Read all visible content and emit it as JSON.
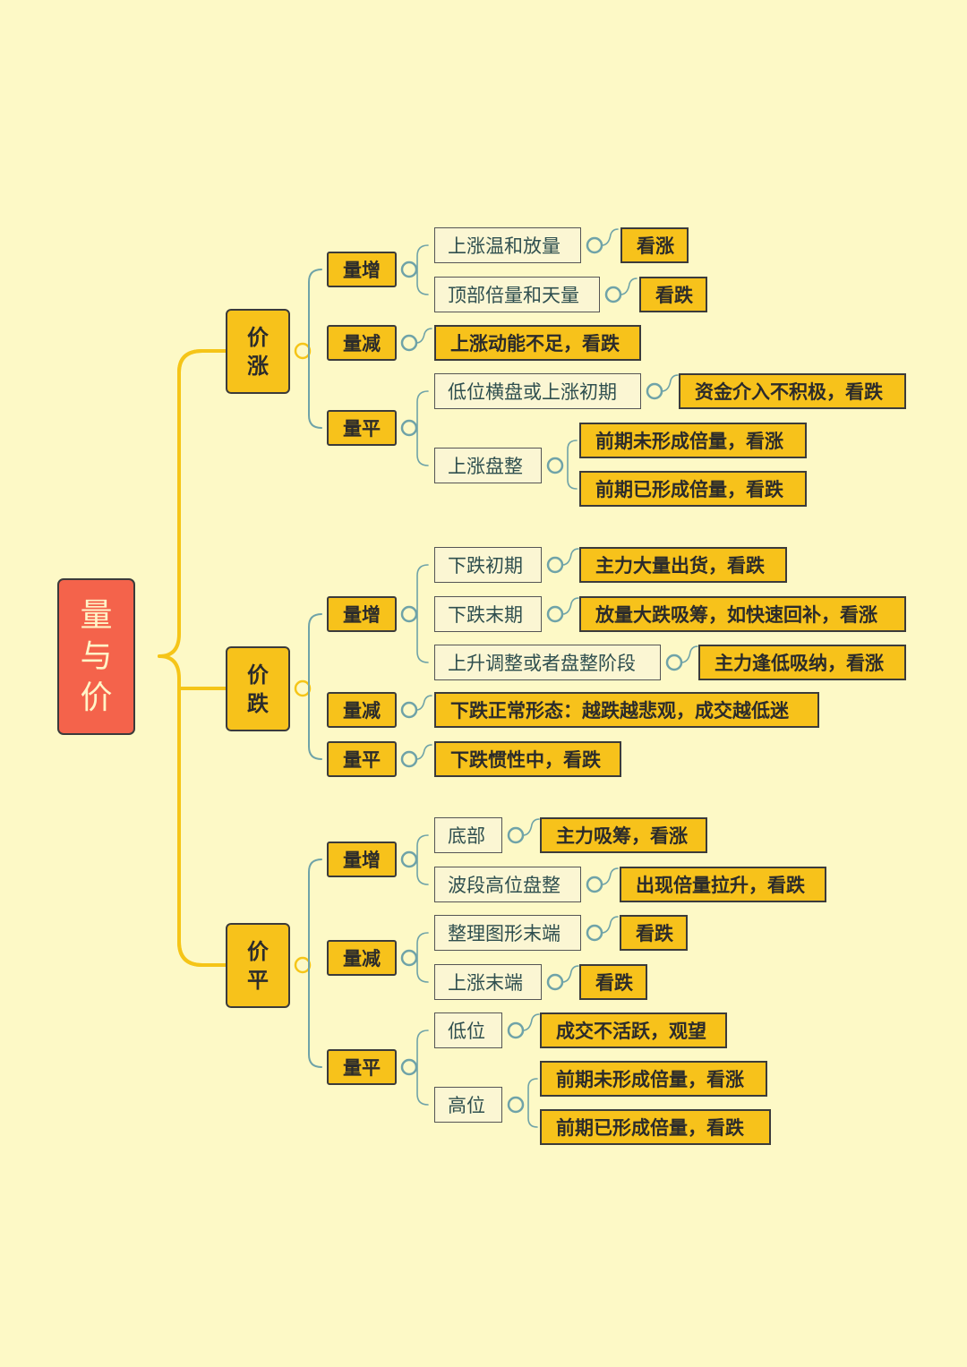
{
  "root": {
    "label": "量与价",
    "chars": [
      "量",
      "与",
      "价"
    ]
  },
  "colors": {
    "background": "#fdf9c6",
    "root_fill": "#f4634b",
    "node_fill": "#f7c21b",
    "condition_fill": "#fbf6d3",
    "connector_main": "#f5c518",
    "connector_branch": "#6fa3a8"
  },
  "branches": [
    {
      "chars": [
        "价",
        "涨"
      ],
      "children": [
        {
          "label": "量增",
          "items": [
            {
              "condition": "上涨温和放量",
              "results": [
                "看涨"
              ]
            },
            {
              "condition": "顶部倍量和天量",
              "results": [
                "看跌"
              ]
            }
          ]
        },
        {
          "label": "量减",
          "items": [
            {
              "results": [
                "上涨动能不足，看跌"
              ]
            }
          ]
        },
        {
          "label": "量平",
          "items": [
            {
              "condition": "低位横盘或上涨初期",
              "results": [
                "资金介入不积极，看跌"
              ]
            },
            {
              "condition": "上涨盘整",
              "results": [
                "前期未形成倍量，看涨",
                "前期已形成倍量，看跌"
              ]
            }
          ]
        }
      ]
    },
    {
      "chars": [
        "价",
        "跌"
      ],
      "children": [
        {
          "label": "量增",
          "items": [
            {
              "condition": "下跌初期",
              "results": [
                "主力大量出货，看跌"
              ]
            },
            {
              "condition": "下跌末期",
              "results": [
                "放量大跌吸筹，如快速回补，看涨"
              ]
            },
            {
              "condition": "上升调整或者盘整阶段",
              "results": [
                "主力逢低吸纳，看涨"
              ]
            }
          ]
        },
        {
          "label": "量减",
          "items": [
            {
              "results": [
                "下跌正常形态：越跌越悲观，成交越低迷"
              ]
            }
          ]
        },
        {
          "label": "量平",
          "items": [
            {
              "results": [
                "下跌惯性中，看跌"
              ]
            }
          ]
        }
      ]
    },
    {
      "chars": [
        "价",
        "平"
      ],
      "children": [
        {
          "label": "量增",
          "items": [
            {
              "condition": "底部",
              "results": [
                "主力吸筹，看涨"
              ]
            },
            {
              "condition": "波段高位盘整",
              "results": [
                "出现倍量拉升，看跌"
              ]
            }
          ]
        },
        {
          "label": "量减",
          "items": [
            {
              "condition": "整理图形末端",
              "results": [
                "看跌"
              ]
            },
            {
              "condition": "上涨末端",
              "results": [
                "看跌"
              ]
            }
          ]
        },
        {
          "label": "量平",
          "items": [
            {
              "condition": "低位",
              "results": [
                "成交不活跃，观望"
              ]
            },
            {
              "condition": "高位",
              "results": [
                "前期未形成倍量，看涨",
                "前期已形成倍量，看跌"
              ]
            }
          ]
        }
      ]
    }
  ]
}
